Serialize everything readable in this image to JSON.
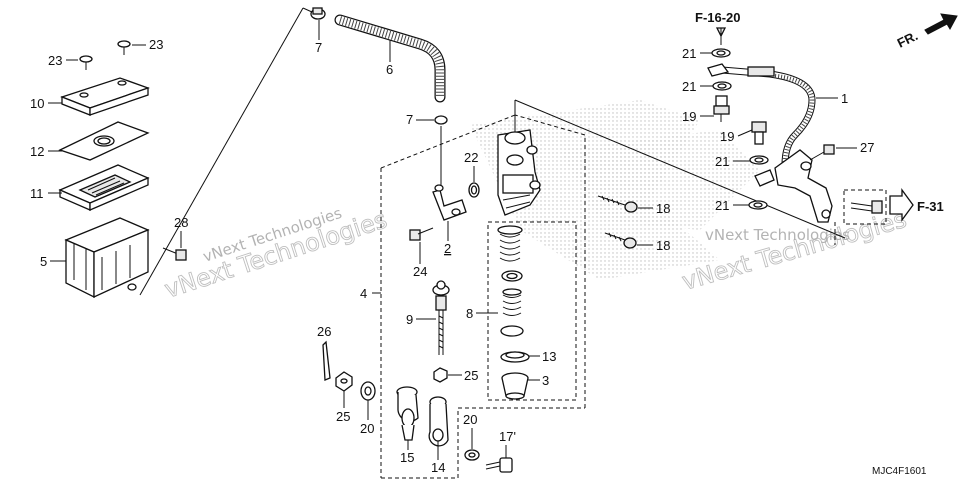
{
  "diagram": {
    "callouts": [
      {
        "id": "p23a",
        "text": "23"
      },
      {
        "id": "p23b",
        "text": "23"
      },
      {
        "id": "p10",
        "text": "10"
      },
      {
        "id": "p12",
        "text": "12"
      },
      {
        "id": "p11",
        "text": "11"
      },
      {
        "id": "p5",
        "text": "5"
      },
      {
        "id": "p28",
        "text": "28"
      },
      {
        "id": "p7a",
        "text": "7"
      },
      {
        "id": "p6",
        "text": "6"
      },
      {
        "id": "p7b",
        "text": "7"
      },
      {
        "id": "p22",
        "text": "22"
      },
      {
        "id": "p2",
        "text": "2"
      },
      {
        "id": "p24",
        "text": "24"
      },
      {
        "id": "p4",
        "text": "4"
      },
      {
        "id": "p9",
        "text": "9"
      },
      {
        "id": "p8",
        "text": "8"
      },
      {
        "id": "p13",
        "text": "13"
      },
      {
        "id": "p3",
        "text": "3"
      },
      {
        "id": "p26",
        "text": "26"
      },
      {
        "id": "p25a",
        "text": "25"
      },
      {
        "id": "p25b",
        "text": "25"
      },
      {
        "id": "p20a",
        "text": "20"
      },
      {
        "id": "p15",
        "text": "15"
      },
      {
        "id": "p14",
        "text": "14"
      },
      {
        "id": "p20b",
        "text": "20"
      },
      {
        "id": "p17",
        "text": "17'"
      },
      {
        "id": "p18a",
        "text": "18"
      },
      {
        "id": "p18b",
        "text": "18"
      },
      {
        "id": "p21a",
        "text": "21"
      },
      {
        "id": "p21b",
        "text": "21"
      },
      {
        "id": "p19a",
        "text": "19"
      },
      {
        "id": "p19b",
        "text": "19"
      },
      {
        "id": "p21c",
        "text": "21"
      },
      {
        "id": "p21d",
        "text": "21"
      },
      {
        "id": "p1",
        "text": "1"
      },
      {
        "id": "p27",
        "text": "27"
      }
    ],
    "ref_top": "F-16-20",
    "ref_right": "F-31",
    "direction": "FR.",
    "watermark": "vNext Technologies",
    "figure_code": "MJC4F1601"
  }
}
